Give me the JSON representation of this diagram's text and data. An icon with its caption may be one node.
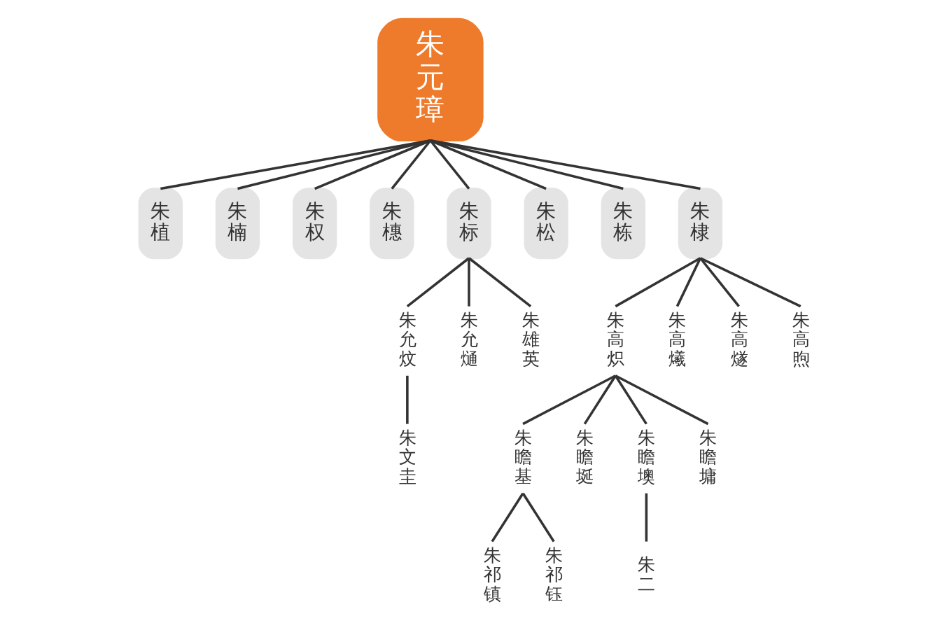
{
  "diagram": {
    "nodes": [
      {
        "text": [
          "朱元璋"
        ]
      },
      {
        "text": [
          "朱植"
        ]
      },
      {
        "text": [
          "朱楠"
        ]
      },
      {
        "text": [
          "朱权"
        ]
      },
      {
        "text": [
          "朱橞"
        ]
      },
      {
        "text": [
          "朱标"
        ]
      },
      {
        "text": [
          "朱松"
        ]
      },
      {
        "text": [
          "朱栋"
        ]
      },
      {
        "text": [
          "朱棣"
        ]
      },
      {
        "text": [
          "朱允炆"
        ]
      },
      {
        "text": [
          "朱允熥"
        ]
      },
      {
        "text": [
          "朱雄英"
        ]
      },
      {
        "text": [
          "朱高炽"
        ]
      },
      {
        "text": [
          "朱高爔"
        ]
      },
      {
        "text": [
          "朱高燧"
        ]
      },
      {
        "text": [
          "朱高煦"
        ]
      },
      {
        "text": [
          "朱文圭"
        ]
      },
      {
        "text": [
          "朱瞻基"
        ]
      },
      {
        "text": [
          "朱瞻埏"
        ]
      },
      {
        "text": [
          "朱瞻墺"
        ]
      },
      {
        "text": [
          "朱瞻墉"
        ]
      },
      {
        "text": [
          "朱祁镇"
        ]
      },
      {
        "text": [
          "朱祁钰"
        ]
      },
      {
        "text": [
          "朱二"
        ]
      }
    ],
    "edges": [
      {
        "from": 0,
        "to": 1,
        "arrow": "none"
      },
      {
        "from": 0,
        "to": 2,
        "arrow": "none"
      },
      {
        "from": 0,
        "to": 3,
        "arrow": "none"
      },
      {
        "from": 0,
        "to": 4,
        "arrow": "none"
      },
      {
        "from": 0,
        "to": 5,
        "arrow": "none"
      },
      {
        "from": 0,
        "to": 6,
        "arrow": "none"
      },
      {
        "from": 0,
        "to": 7,
        "arrow": "none"
      },
      {
        "from": 0,
        "to": 8,
        "arrow": "none"
      },
      {
        "from": 5,
        "to": 9,
        "arrow": "none"
      },
      {
        "from": 5,
        "to": 10,
        "arrow": "none"
      },
      {
        "from": 5,
        "to": 11,
        "arrow": "none"
      },
      {
        "from": 8,
        "to": 12,
        "arrow": "none"
      },
      {
        "from": 8,
        "to": 13,
        "arrow": "none"
      },
      {
        "from": 8,
        "to": 14,
        "arrow": "none"
      },
      {
        "from": 8,
        "to": 15,
        "arrow": "none"
      },
      {
        "from": 9,
        "to": 16,
        "arrow": "none"
      },
      {
        "from": 12,
        "to": 17,
        "arrow": "none"
      },
      {
        "from": 12,
        "to": 18,
        "arrow": "none"
      },
      {
        "from": 12,
        "to": 19,
        "arrow": "none"
      },
      {
        "from": 12,
        "to": 20,
        "arrow": "none"
      },
      {
        "from": 17,
        "to": 21,
        "arrow": "none"
      },
      {
        "from": 17,
        "to": 22,
        "arrow": "none"
      },
      {
        "from": 19,
        "to": 23,
        "arrow": "none"
      }
    ]
  }
}
